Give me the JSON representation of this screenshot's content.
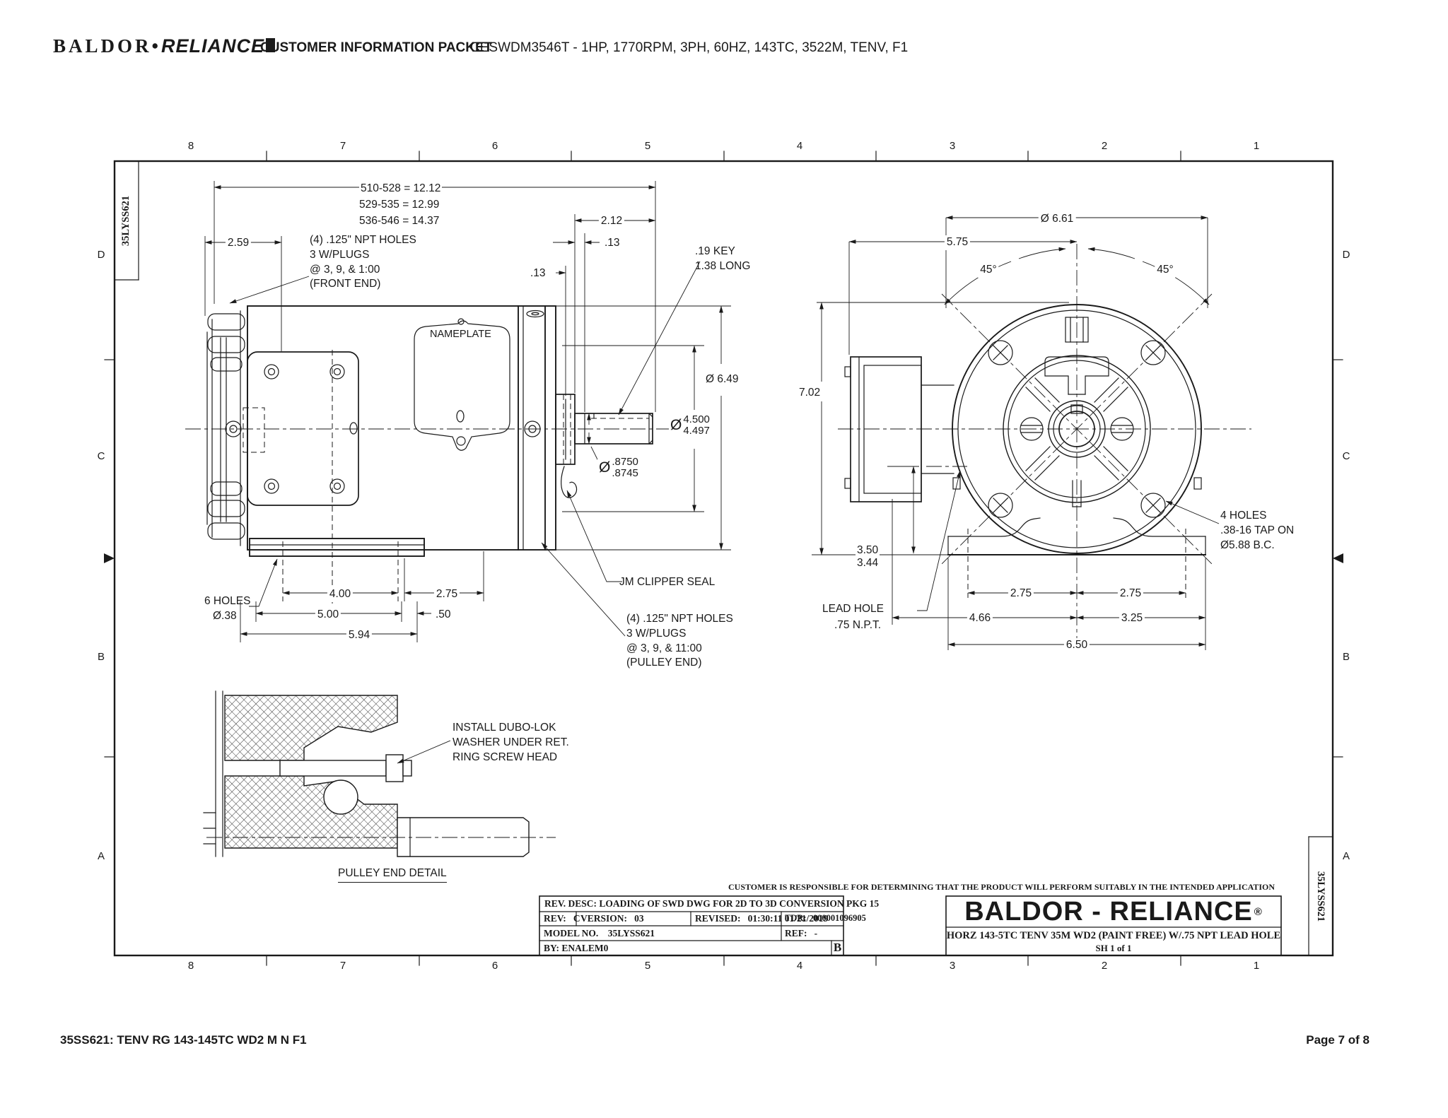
{
  "header": {
    "brand_left": "BALDOR",
    "brand_dot": "•",
    "brand_right": "RELIANCE",
    "packet_title": "CUSTOMER INFORMATION PACKET",
    "spec_line": "CESWDM3546T - 1HP, 1770RPM, 3PH, 60HZ, 143TC, 3522M, TENV, F1"
  },
  "footer": {
    "doc_code": "35SS621: TENV RG 143-145TC WD2 M N F1",
    "page": "Page 7 of 8"
  },
  "sheet": {
    "zones_h": [
      "8",
      "7",
      "6",
      "5",
      "4",
      "3",
      "2",
      "1"
    ],
    "zones_v": [
      "D",
      "C",
      "B",
      "A"
    ],
    "tab_code": "35LYSS621",
    "disclaimer": "CUSTOMER IS RESPONSIBLE FOR DETERMINING THAT THE PRODUCT WILL PERFORM SUITABLY IN THE INTENDED APPLICATION",
    "title_block": {
      "rev_desc": "REV. DESC: LOADING OF SWD DWG FOR 2D TO 3D CONVERSION PKG 15",
      "rev": "REV:   C",
      "version": "VERSION:   03",
      "revised": "REVISED:   01:30:11 01/21/2019",
      "tdr": "TDR:   000001096905",
      "model_no": "MODEL NO.    35LYSS621",
      "ref": "REF:   -",
      "by": "BY: ENALEM0",
      "size_letter": "B",
      "company": "BALDOR - RELIANCE",
      "registered": "®",
      "drawing_title": "HORZ 143-5TC TENV 35M WD2 (PAINT FREE) W/.75 NPT LEAD HOLE",
      "sheet_of": "SH 1 of 1"
    }
  },
  "side_view": {
    "overall_1": "510-528 = 12.12",
    "overall_2": "529-535 = 12.99",
    "overall_3": "536-546 = 14.37",
    "dim_2_59": "2.59",
    "npt_front_1": "(4) .125\" NPT HOLES",
    "npt_front_2": "3 W/PLUGS",
    "npt_front_3": "@ 3, 9, & 1:00",
    "npt_front_4": "(FRONT END)",
    "dim_2_12": "2.12",
    "dim_13": ".13",
    "key_1": ".19 KEY",
    "key_2": "1.38 LONG",
    "nameplate": "NAMEPLATE",
    "phi": "Ø",
    "dia_6_49": "Ø 6.49",
    "fit_top": "4.500",
    "fit_bot": "4.497",
    "shaft_top": ".8750",
    "shaft_bot": ".8745",
    "jm_seal": "JM CLIPPER SEAL",
    "npt_pulley_1": "(4) .125\" NPT HOLES",
    "npt_pulley_2": "3 W/PLUGS",
    "npt_pulley_3": "@ 3, 9, & 11:00",
    "npt_pulley_4": "(PULLEY END)",
    "holes6_1": "6 HOLES",
    "holes6_2": "Ø.38",
    "dim_4_00": "4.00",
    "dim_2_75": "2.75",
    "dim_5_00": "5.00",
    "dim_50": ".50",
    "dim_5_94": "5.94"
  },
  "front_view": {
    "dia_6_61": "Ø 6.61",
    "dim_5_75": "5.75",
    "angle_45": "45°",
    "dim_7_02": "7.02",
    "dim_3_50": "3.50",
    "dim_3_44": "3.44",
    "lead_1": "LEAD HOLE",
    "lead_2": ".75 N.P.T.",
    "dim_2_75": "2.75",
    "dim_4_66": "4.66",
    "dim_3_25": "3.25",
    "dim_6_50": "6.50",
    "holes4_1": "4 HOLES",
    "holes4_2": ".38-16 TAP ON",
    "holes4_3": "Ø5.88 B.C."
  },
  "detail_view": {
    "note_1": "INSTALL DUBO-LOK",
    "note_2": "WASHER UNDER RET.",
    "note_3": "RING SCREW HEAD",
    "caption": "PULLEY END DETAIL"
  }
}
